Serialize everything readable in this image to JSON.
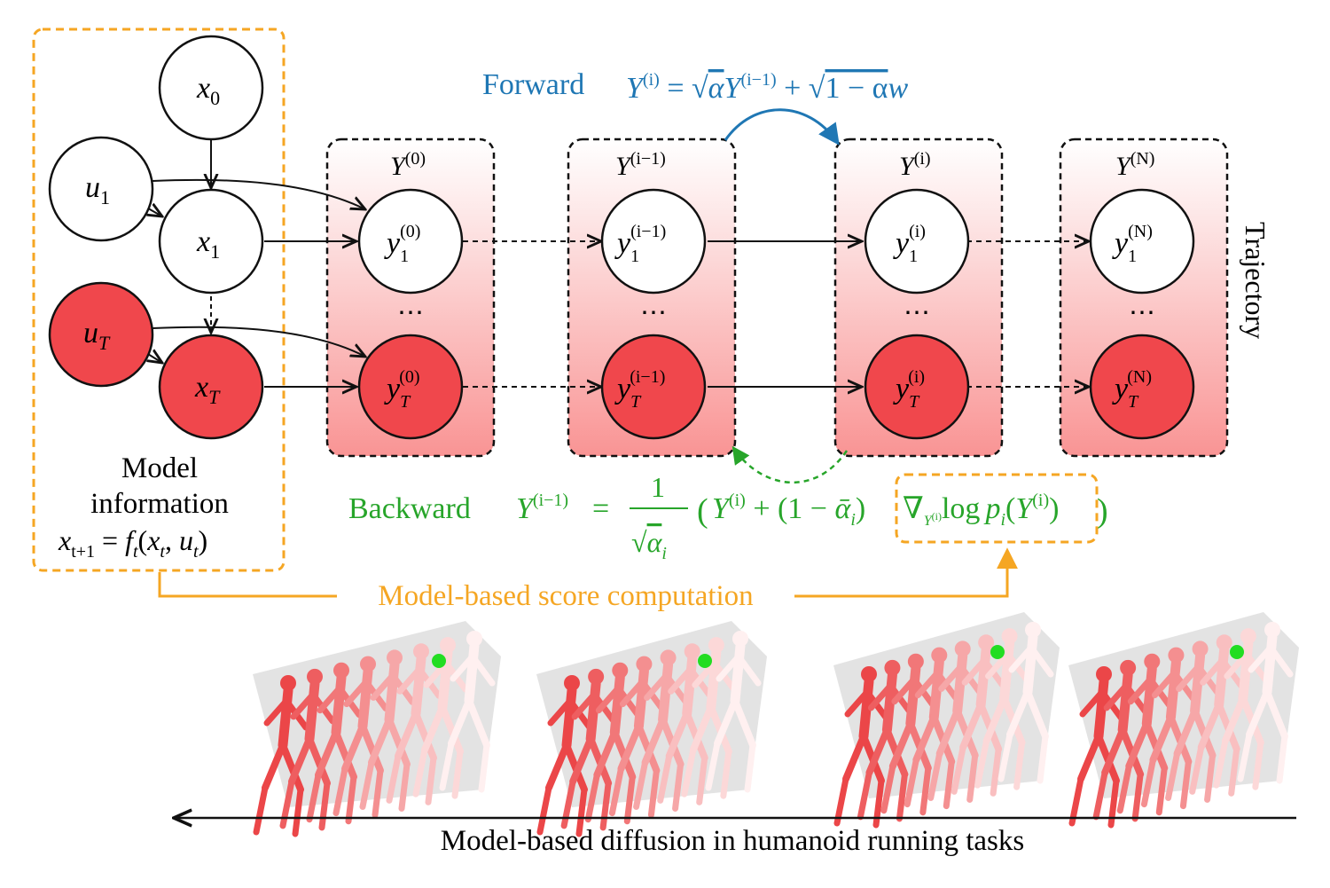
{
  "colors": {
    "node_red": "#f0474c",
    "node_red_light": "#f25a5e",
    "orange": "#f5a623",
    "blue": "#1f77b4",
    "green": "#27a52a",
    "black": "#111111",
    "gradient_top": "#fff5f5",
    "gradient_bottom": "#fa9a9a"
  },
  "model_box": {
    "nodes": {
      "x0": {
        "base": "x",
        "sub": "0",
        "filled": false
      },
      "u1": {
        "base": "u",
        "sub": "1",
        "filled": false
      },
      "x1": {
        "base": "x",
        "sub": "1",
        "filled": false
      },
      "uT": {
        "base": "u",
        "sub": "T",
        "filled": true
      },
      "xT": {
        "base": "x",
        "sub": "T",
        "filled": true
      }
    },
    "caption_line1": "Model",
    "caption_line2": "information",
    "equation": {
      "lhs_base": "x",
      "lhs_sub": "t+1",
      "eq": " = ",
      "f": "f",
      "f_sub": "t",
      "open": "(",
      "arg1": "x",
      "arg1_sub": "t",
      "comma": ", ",
      "arg2": "u",
      "arg2_sub": "t",
      "close": ")"
    }
  },
  "stages": [
    {
      "title_sup": "(0)",
      "top_node_sup": "(0)",
      "bottom_node_sup": "(0)"
    },
    {
      "title_sup": "(i−1)",
      "top_node_sup": "(i−1)",
      "bottom_node_sup": "(i−1)"
    },
    {
      "title_sup": "(i)",
      "top_node_sup": "(i)",
      "bottom_node_sup": "(i)"
    },
    {
      "title_sup": "(N)",
      "top_node_sup": "(N)",
      "bottom_node_sup": "(N)"
    }
  ],
  "stage_symbol": "Y",
  "node_symbol": "y",
  "top_sub": "1",
  "bottom_sub": "T",
  "ellipsis": "⋯",
  "side_label": "Trajectory",
  "forward": {
    "label": "Forward",
    "eq_Y": "Y",
    "eq_sup_i": "(i)",
    "eq_equals": " = ",
    "sqrt1": "√",
    "alpha": "α",
    "eq_Y2": "Y",
    "eq_sup_im1": "(i−1)",
    "plus": " + ",
    "sqrt2": "√",
    "one_minus_alpha": "1 − α",
    "w": "w"
  },
  "backward": {
    "label": "Backward",
    "lhs_Y": "Y",
    "lhs_sup": "(i−1)",
    "equals": "=",
    "numerator": "1",
    "den_sqrt": "√",
    "den_alpha": "α",
    "den_sub": "i",
    "open": "(",
    "Y_i": "Y",
    "Y_i_sup": "(i)",
    "plus_term": " + (1 − ",
    "alpha_bar": "ᾱ",
    "alpha_bar_sub": "i",
    "close_inner": ")",
    "nabla": "∇",
    "nabla_sub_Y": "Y",
    "nabla_sub_sup": "(i)",
    "log": "log",
    "p": "p",
    "p_sub": "i",
    "p_open": "(",
    "p_Y": "Y",
    "p_Y_sup": "(i)",
    "p_close": ")",
    "close": ")"
  },
  "score_label": "Model-based score computation",
  "bottom_caption": "Model-based diffusion in humanoid running tasks"
}
